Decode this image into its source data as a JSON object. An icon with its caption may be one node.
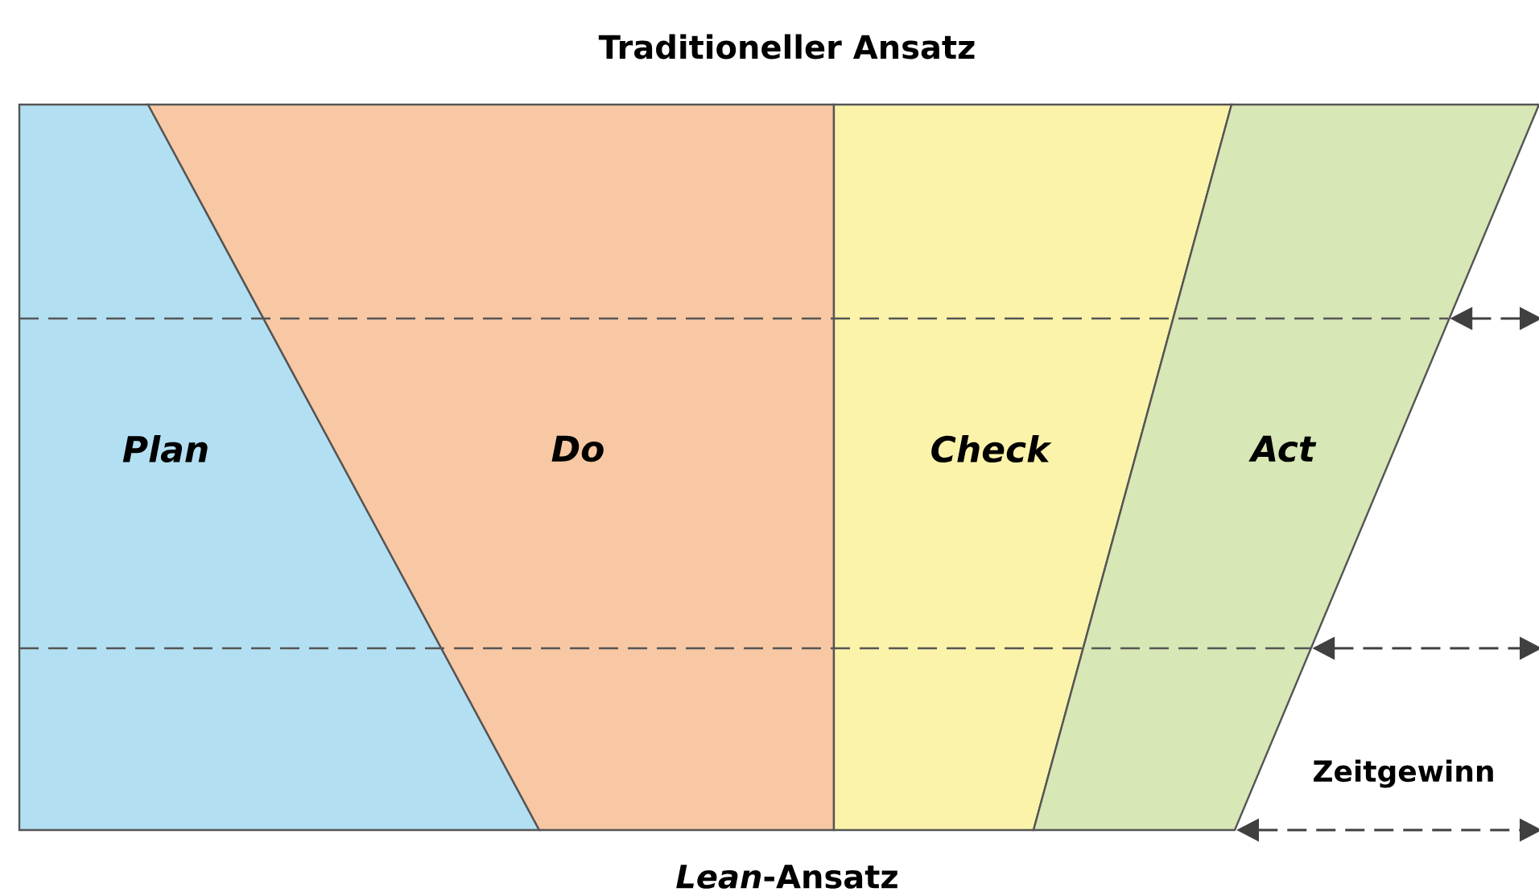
{
  "diagram": {
    "title": "Traditioneller Ansatz",
    "caption": "*Lean*-Ansatz",
    "nodes": [
      {
        "text": [
          "Plan"
        ]
      },
      {
        "text": [
          "Do"
        ]
      },
      {
        "text": [
          "Check"
        ]
      },
      {
        "text": [
          "Act"
        ]
      }
    ],
    "labels": [
      "Zeitgewinn"
    ]
  }
}
